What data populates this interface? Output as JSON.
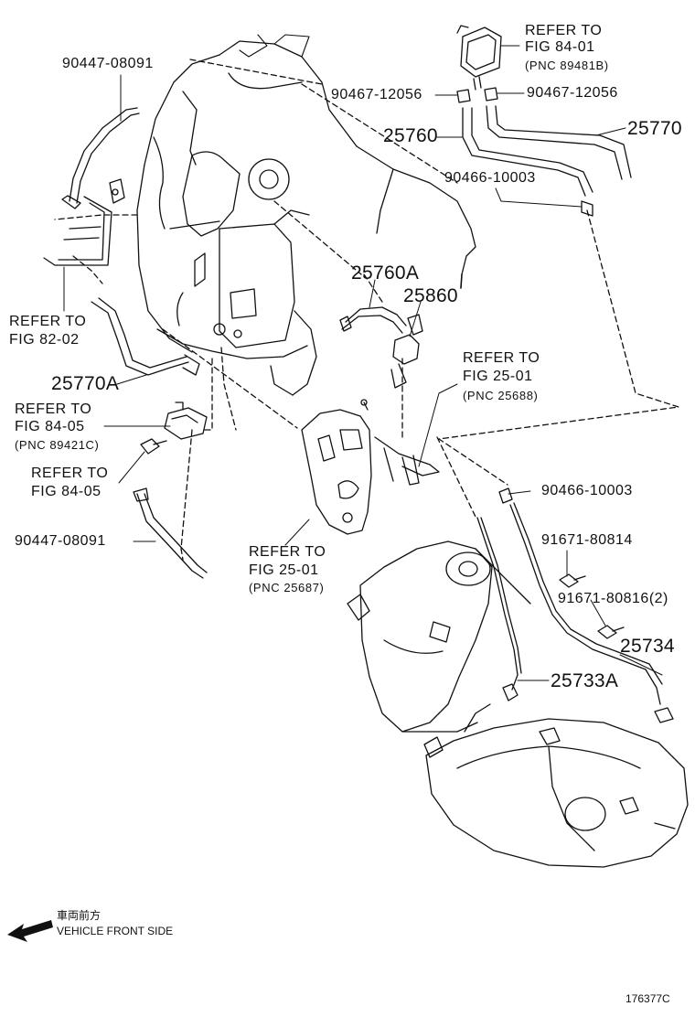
{
  "labels": {
    "p_9044708091_top": "90447-08091",
    "refer_fig_84_01": "REFER TO",
    "refer_fig_84_01_b": "FIG 84-01",
    "refer_fig_84_01_pnc": "(PNC 89481B)",
    "p_9046712056_left": "90467-12056",
    "p_9046712056_right": "90467-12056",
    "p_25760": "25760",
    "p_25770": "25770",
    "p_9046610003_top": "90466-10003",
    "refer_fig_82_02": "REFER TO",
    "refer_fig_82_02_b": "FIG 82-02",
    "p_25760a": "25760A",
    "p_25860": "25860",
    "refer_fig_25_01_a": "REFER TO",
    "refer_fig_25_01_a_b": "FIG 25-01",
    "refer_fig_25_01_a_pnc": "(PNC 25688)",
    "p_25770a": "25770A",
    "refer_fig_84_05_a": "REFER TO",
    "refer_fig_84_05_a_b": "FIG 84-05",
    "refer_fig_84_05_a_pnc": "(PNC 89421C)",
    "refer_fig_84_05_b": "REFER TO",
    "refer_fig_84_05_b_b": "FIG 84-05",
    "p_9046610003_bot": "90466-10003",
    "p_9167180814": "91671-80814",
    "p_9044708091_bot": "90447-08091",
    "refer_fig_25_01_b": "REFER TO",
    "refer_fig_25_01_b_b": "FIG 25-01",
    "refer_fig_25_01_b_pnc": "(PNC 25687)",
    "p_9167180816": "91671-80816(2)",
    "p_25734": "25734",
    "p_25733a": "25733A"
  },
  "footer": {
    "direction_jp": "車両前方",
    "direction_en": "VEHICLE FRONT SIDE",
    "figure_code": "176377C"
  },
  "icons": [
    "front-direction-arrow-icon"
  ],
  "colors": {
    "ink": "#111111",
    "background": "#ffffff"
  }
}
